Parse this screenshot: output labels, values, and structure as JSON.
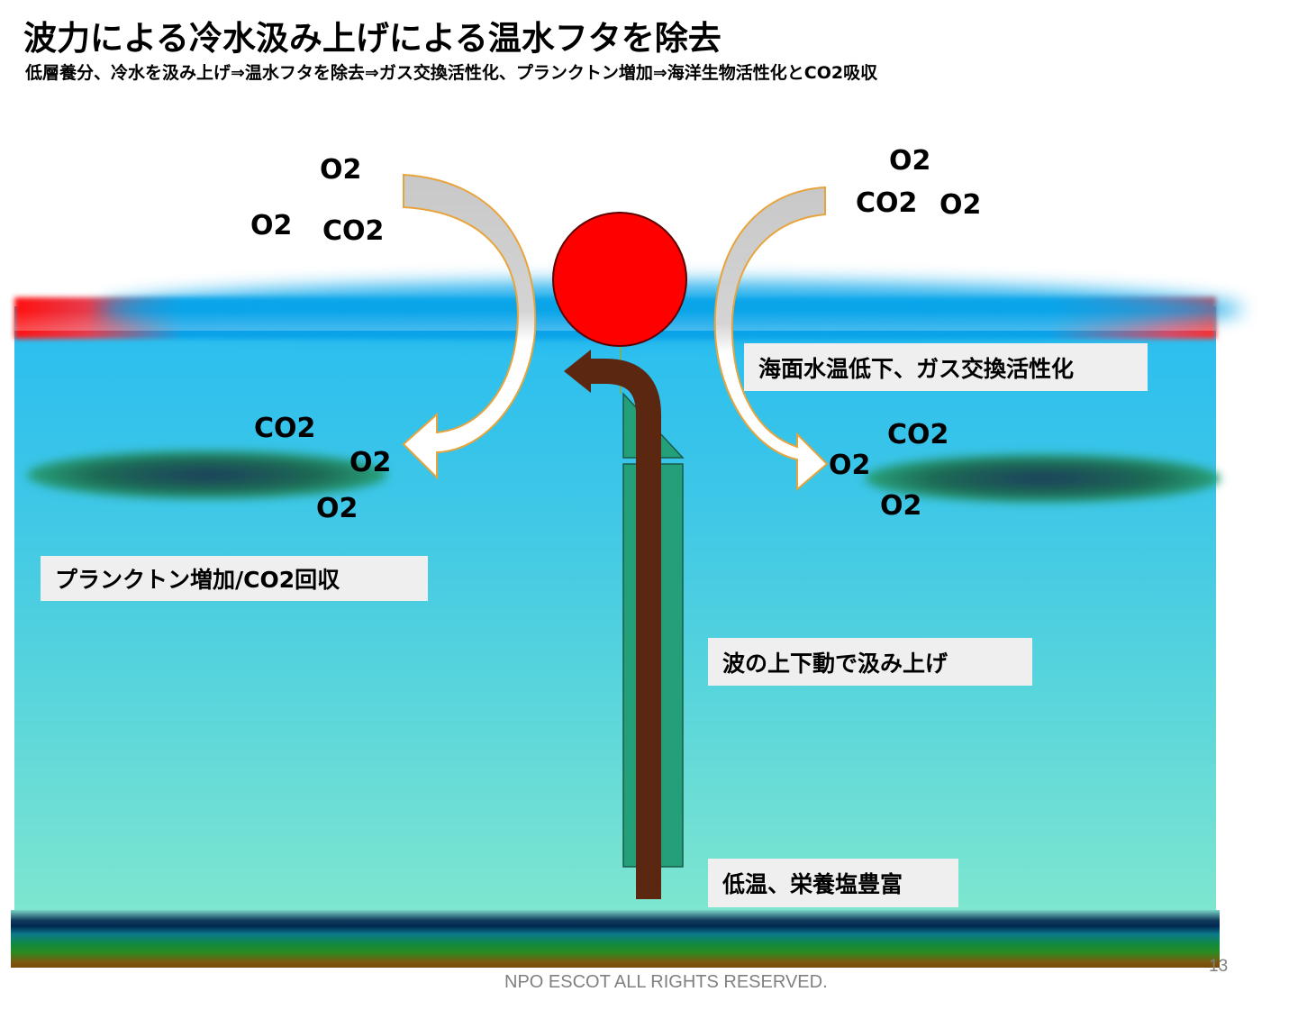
{
  "title": "波力による冷水汲み上げによる温水フタを除去",
  "subtitle": "低層養分、冷水を汲み上げ⇒温水フタを除去⇒ガス交換活性化、プランクトン増加⇒海洋生物活性化とCO2吸収",
  "gases": {
    "top_left_o2_a": "O2",
    "top_left_o2_b": "O2",
    "top_left_co2": "CO2",
    "top_right_o2_a": "O2",
    "top_right_co2": "CO2",
    "top_right_o2_b": "O2",
    "mid_left_co2": "CO2",
    "mid_left_o2_a": "O2",
    "mid_left_o2_b": "O2",
    "mid_right_co2": "CO2",
    "mid_right_o2_a": "O2",
    "mid_right_o2_b": "O2"
  },
  "labels": {
    "surface": "海面水温低下、ガス交換活性化",
    "plankton": "プランクトン増加/CO2回収",
    "pump": "波の上下動で汲み上げ",
    "deep": "低温、栄養塩豊富"
  },
  "footer": "NPO ESCOT ALL RIGHTS RESERVED.",
  "page_number": "13",
  "colors": {
    "buoy": "#ff0000",
    "pipe": "#2a9e7a",
    "flow_arrow": "#5c2710",
    "warm_surface": "#ff1010",
    "ocean_top": "#29bdf0",
    "ocean_bottom": "#7ee6cf"
  }
}
